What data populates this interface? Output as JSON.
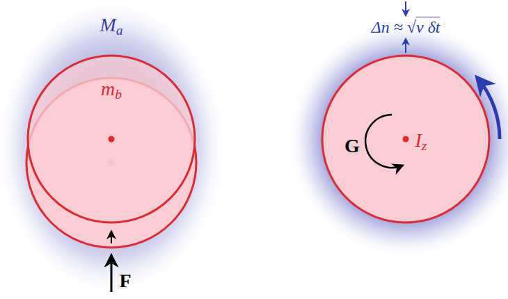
{
  "diagram": {
    "nodes": [
      {
        "text": [
          "mb"
        ]
      },
      {
        "text": [
          "G",
          "Iz"
        ]
      }
    ],
    "labels": [
      "Ma",
      "F",
      "Δn ≈ √ν δt"
    ]
  }
}
